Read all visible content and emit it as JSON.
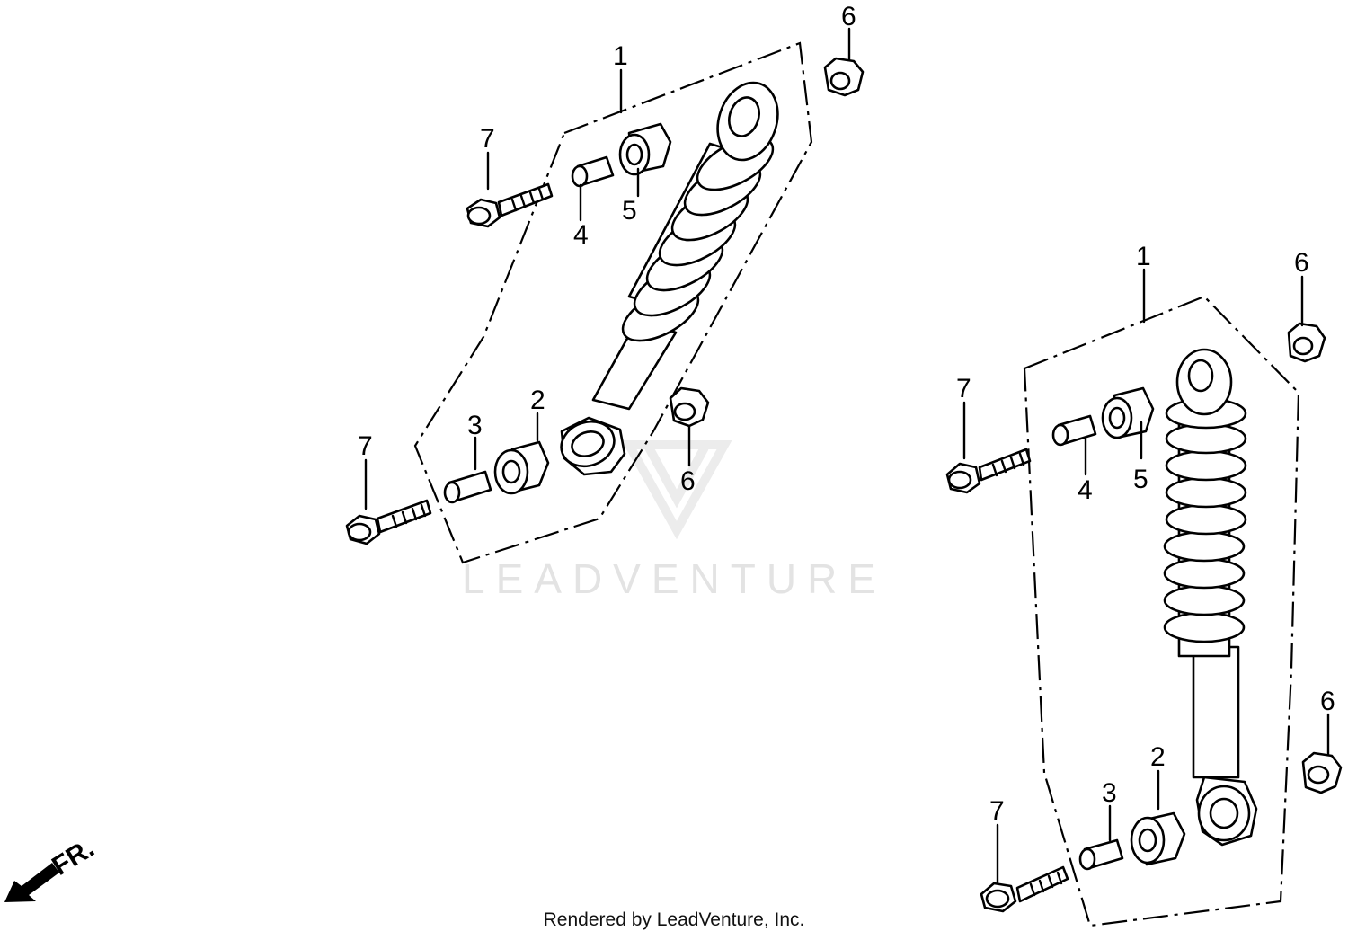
{
  "diagram": {
    "callouts": {
      "shock_absorber": "1",
      "bushing_collar": "2",
      "inner_collar": "3",
      "upper_collar": "4",
      "upper_bushing": "5",
      "flange_nut": "6",
      "flange_bolt": "7"
    },
    "direction_label": "FR.",
    "watermark": "LEADVENTURE",
    "footer": "Rendered by LeadVenture, Inc."
  }
}
